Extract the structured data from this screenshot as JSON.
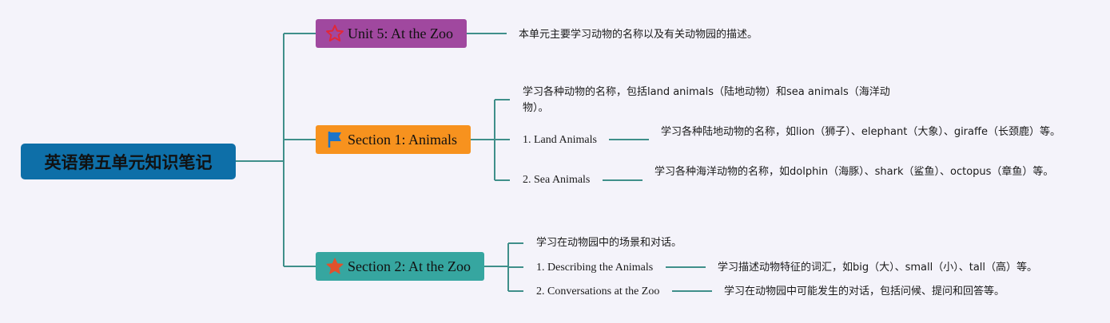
{
  "colors": {
    "background": "#f4f3fa",
    "connector": "#3f8f8a",
    "root": "#0e6fa8",
    "unit": "#a0489f",
    "section1": "#f7921e",
    "section2": "#36a6a0"
  },
  "root": {
    "title": "英语第五单元知识笔记"
  },
  "unit": {
    "title": "Unit 5: At the Zoo",
    "icon": "star-outline-icon",
    "note": "本单元主要学习动物的名称以及有关动物园的描述。"
  },
  "section1": {
    "title": "Section 1: Animals",
    "icon": "flag-icon",
    "summary": "学习各种动物的名称，包括land animals（陆地动物）和sea animals（海洋动物）。",
    "items": [
      {
        "label": "1. Land Animals",
        "note": "学习各种陆地动物的名称，如lion（狮子）、elephant（大象）、giraffe（长颈鹿）等。"
      },
      {
        "label": "2. Sea Animals",
        "note": "学习各种海洋动物的名称，如dolphin（海豚）、shark（鲨鱼）、octopus（章鱼）等。"
      }
    ]
  },
  "section2": {
    "title": "Section 2: At the Zoo",
    "icon": "star-filled-icon",
    "summary": "学习在动物园中的场景和对话。",
    "items": [
      {
        "label": "1. Describing the Animals",
        "note": "学习描述动物特征的词汇，如big（大）、small（小）、tall（高）等。"
      },
      {
        "label": "2. Conversations at the Zoo",
        "note": "学习在动物园中可能发生的对话，包括问候、提问和回答等。"
      }
    ]
  }
}
